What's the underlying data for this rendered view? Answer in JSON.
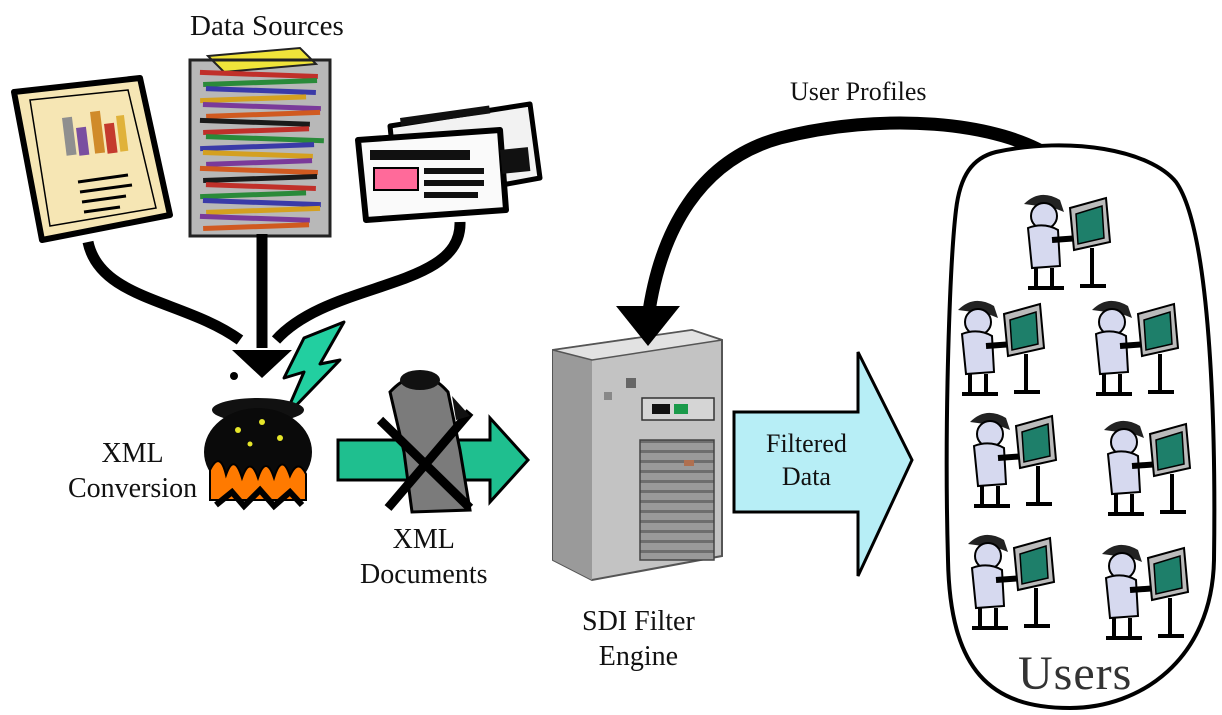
{
  "labels": {
    "data_sources": "Data Sources",
    "user_profiles": "User Profiles",
    "xml_conversion_line1": "XML",
    "xml_conversion_line2": "Conversion",
    "xml_documents_line1": "XML",
    "xml_documents_line2": "Documents",
    "sdi_line1": "SDI Filter",
    "sdi_line2": "Engine",
    "filtered_line1": "Filtered",
    "filtered_line2": "Data",
    "users": "Users"
  },
  "colors": {
    "arrow_black": "#000000",
    "xml_arrow": "#1fbf8f",
    "filtered_arrow": "#b7eef6",
    "server_gray": "#b9b9b9",
    "lightning": "#22cfa0",
    "fire": "#ff7a00",
    "screen": "#1e7f6a",
    "user_shirt": "#d6d9ef"
  },
  "icons": {
    "report_document": "report-document-icon",
    "paper_stack": "paper-stack-icon",
    "newspapers": "newspapers-icon",
    "cauldron": "cauldron-icon",
    "lightning": "lightning-icon",
    "wizard": "wizard-icon",
    "server": "server-tower-icon",
    "user_at_computer": "user-at-computer-icon"
  },
  "users_count": 7
}
